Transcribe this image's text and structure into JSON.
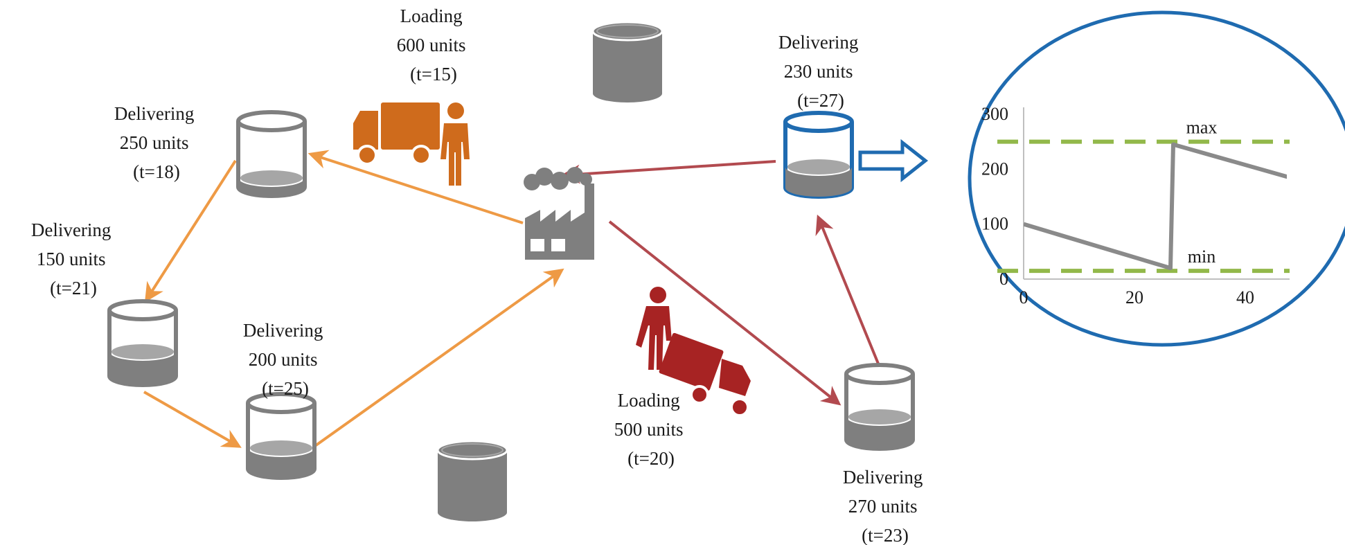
{
  "colors": {
    "orange": "#ee9a45",
    "orange_dark": "#cf6b1c",
    "red": "#b24a4f",
    "red_dark": "#a72323",
    "tank_gray": "#7f7f7f",
    "blue": "#1f6bb0",
    "green_dashed": "#92b84a",
    "line_gray": "#8a8a8a"
  },
  "icons": {
    "factory": "factory-icon",
    "orange_truck": "truck-icon",
    "orange_driver": "person-icon",
    "red_truck": "truck-icon",
    "red_driver": "person-icon",
    "zoom_arrow": "zoom-arrow-icon"
  },
  "labels": {
    "loading_orange": [
      "Loading",
      "600 units",
      "(t=15)"
    ],
    "loading_red": [
      "Loading",
      "500 units",
      "(t=20)"
    ],
    "tank_a": [
      "Delivering",
      "250 units",
      "(t=18)"
    ],
    "tank_b": [
      "Delivering",
      "150 units",
      "(t=21)"
    ],
    "tank_c": [
      "Delivering",
      "200 units",
      "(t=25)"
    ],
    "tank_d": [
      "Delivering",
      "230 units",
      "(t=27)"
    ],
    "tank_e": [
      "Delivering",
      "270 units",
      "(t=23)"
    ]
  },
  "chart_data": {
    "type": "line",
    "x": [
      0,
      26.5,
      27,
      48
    ],
    "series": [
      {
        "values": [
          100,
          20,
          245,
          185
        ]
      }
    ],
    "reference_lines": [
      {
        "label": "max",
        "y": 250
      },
      {
        "label": "min",
        "y": 15
      }
    ],
    "xticks": [
      0,
      20,
      40
    ],
    "yticks": [
      0,
      100,
      200,
      300
    ],
    "xlim": [
      0,
      48
    ],
    "ylim": [
      0,
      300
    ],
    "grid": false
  }
}
